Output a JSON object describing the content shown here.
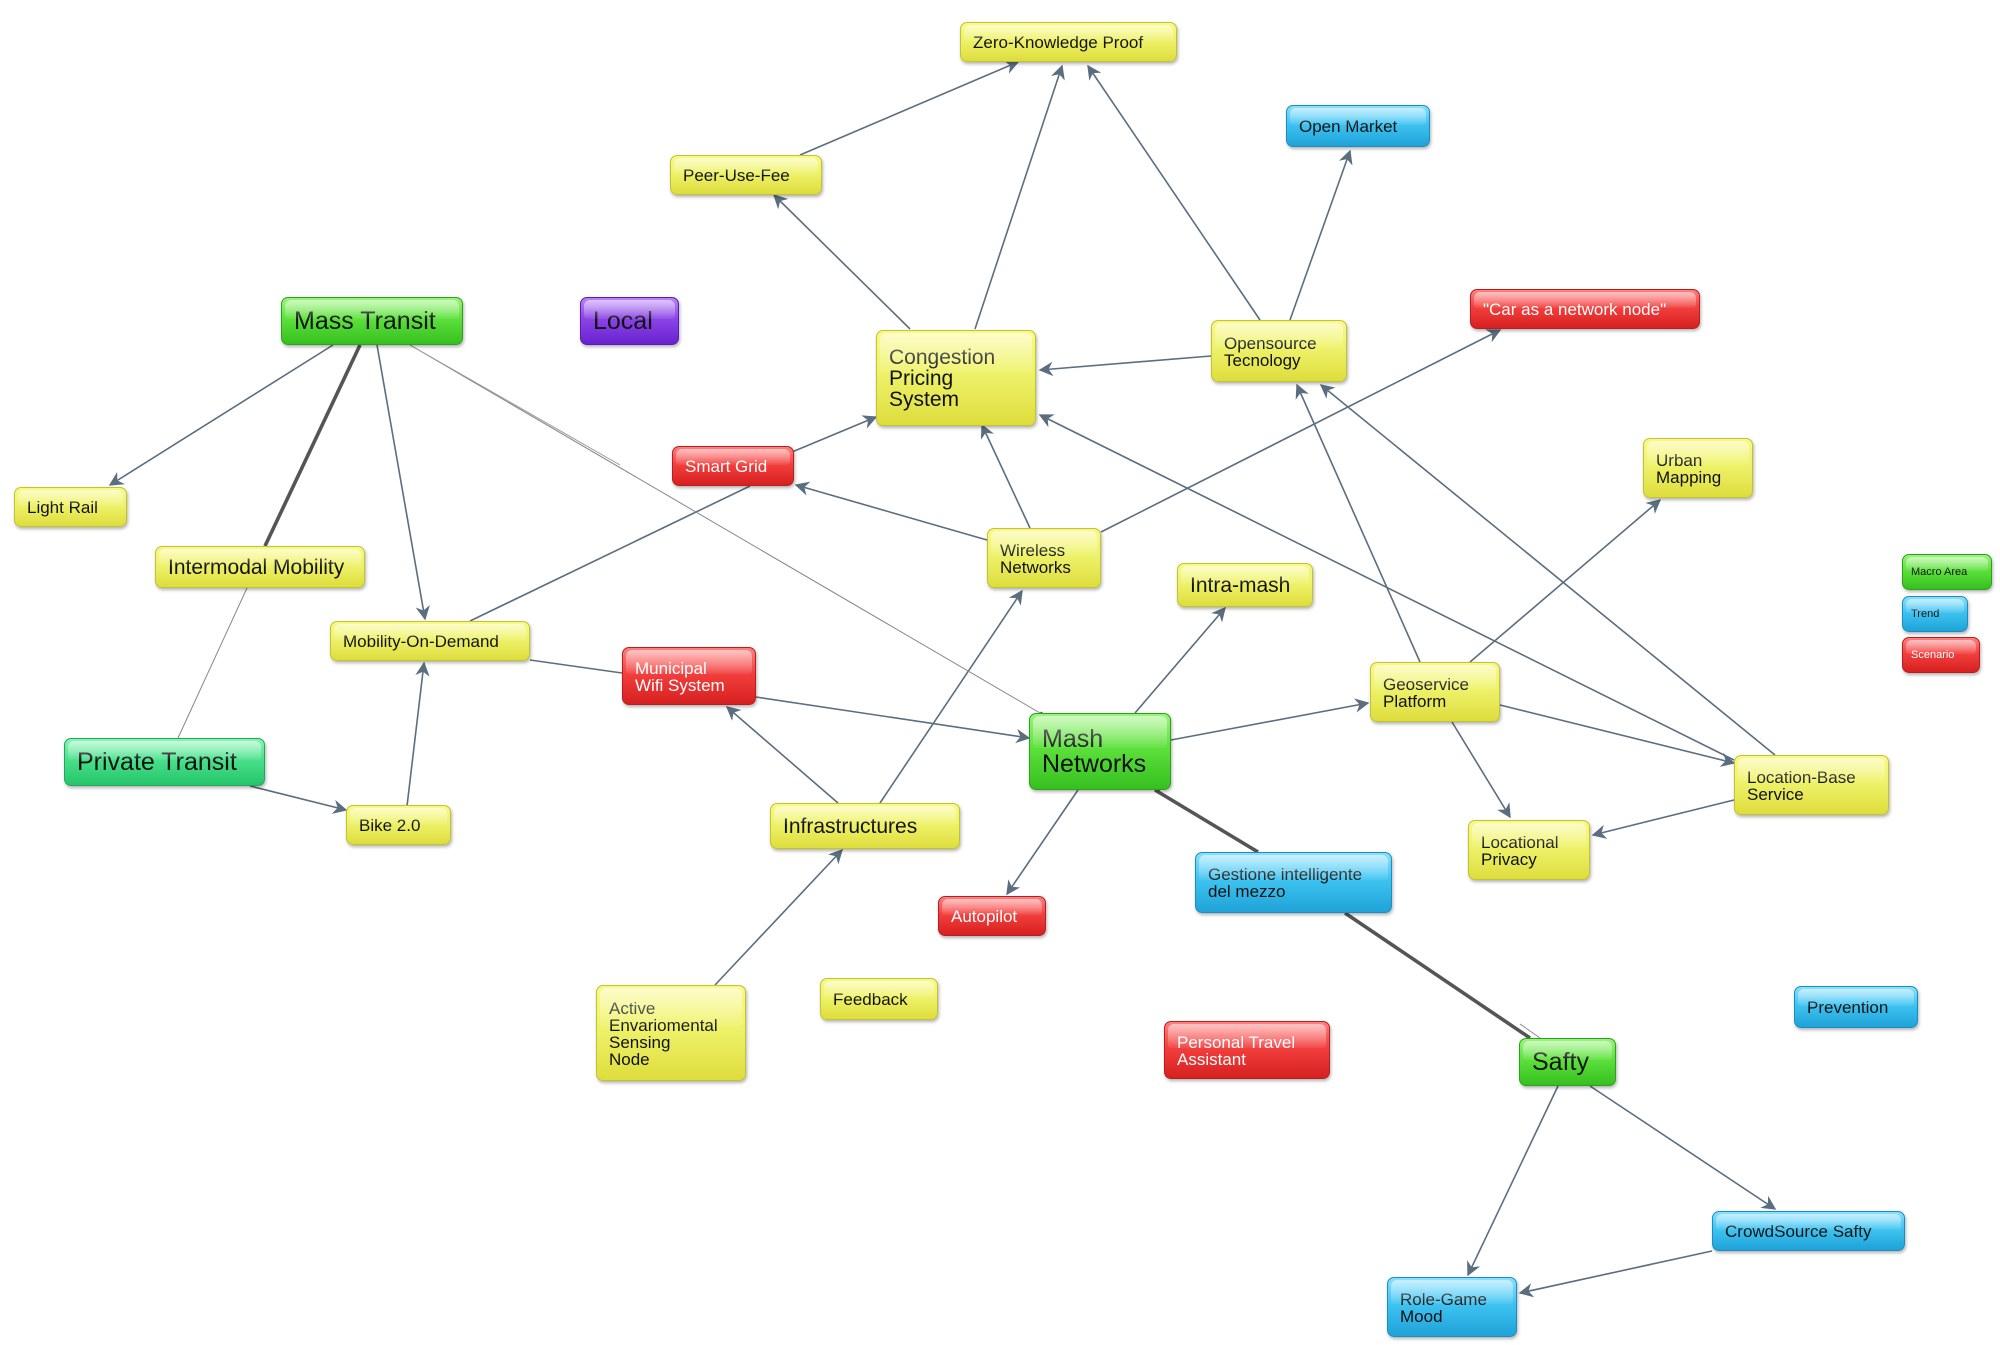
{
  "colors": {
    "yellow": "#eef26a",
    "blue": "#3ec3f1",
    "red": "#f2403e",
    "green": "#5ce03c",
    "teal": "#48e08a",
    "purple": "#8a44e6",
    "arrow": "#5a6e80",
    "thick_line": "#555555"
  },
  "nodes": {
    "zero_knowledge_proof": "Zero-Knowledge Proof",
    "open_market": "Open Market",
    "peer_use_fee": "Peer-Use-Fee",
    "mass_transit": "Mass Transit",
    "local": "Local",
    "congestion_pricing": "Congestion\nPricing\nSystem",
    "opensource": "Opensource\nTecnology",
    "car_network_node": "\"Car as a network node\"",
    "smart_grid": "Smart Grid",
    "urban_mapping": "Urban\nMapping",
    "light_rail": "Light Rail",
    "wireless_networks": "Wireless\nNetworks",
    "intermodal_mobility": "Intermodal Mobility",
    "intra_mash": "Intra-mash",
    "mobility_on_demand": "Mobility-On-Demand",
    "municipal_wifi": "Municipal\nWifi System",
    "geoservice_platform": "Geoservice\nPlatform",
    "private_transit": "Private Transit",
    "mash_networks": "Mash\nNetworks",
    "location_base_service": "Location-Base\nService",
    "bike_20": "Bike 2.0",
    "infrastructures": "Infrastructures",
    "locational_privacy": "Locational\nPrivacy",
    "gestione_intelligente": "Gestione intelligente\ndel mezzo",
    "autopilot": "Autopilot",
    "feedback": "Feedback",
    "active_sensing": "Active\nEnvariomental\nSensing\nNode",
    "personal_travel": "Personal Travel\nAssistant",
    "safty": "Safty",
    "prevention": "Prevention",
    "crowdsource_safty": "CrowdSource Safty",
    "role_game": "Role-Game\nMood"
  },
  "legend": {
    "macro_area": "Macro Area",
    "trend": "Trend",
    "scenario": "Scenario"
  }
}
